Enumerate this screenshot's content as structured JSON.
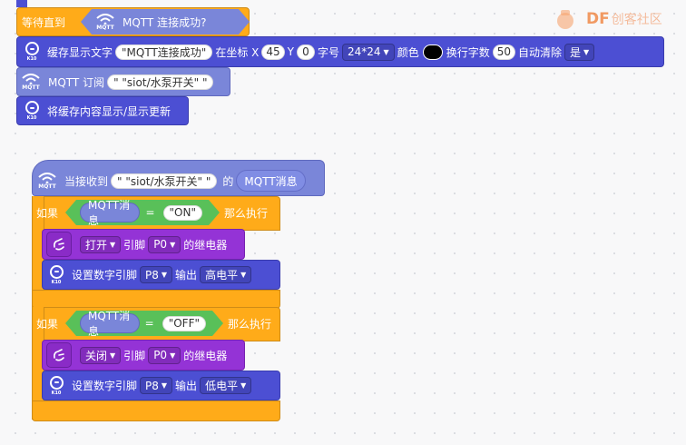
{
  "logo": {
    "brand": "DF",
    "site": "创客社区"
  },
  "top_blocks": {
    "wait_until": {
      "label": "等待直到",
      "condition": "MQTT 连接成功?",
      "wifi_caption": "MQTT"
    },
    "cache_text": {
      "label": "缓存显示文字",
      "text_value": "\"MQTT连接成功\"",
      "at_x_label": "在坐标 X",
      "x_value": "45",
      "y_label": "Y",
      "y_value": "0",
      "font_label": "字号",
      "font_value": "24*24",
      "color_label": "颜色",
      "color_value": "#000000",
      "wrap_label": "换行字数",
      "wrap_value": "50",
      "autoclear_label": "自动清除",
      "autoclear_value": "是",
      "icon_caption": "K10"
    },
    "mqtt_subscribe": {
      "label": "MQTT 订阅",
      "topic": "\" \"siot/水泵开关\" \"",
      "wifi_caption": "MQTT"
    },
    "show_cache": {
      "label": "将缓存内容显示/显示更新",
      "icon_caption": "K10"
    }
  },
  "hat_block": {
    "prefix": "当接收到",
    "topic": "\" \"siot/水泵开关\" \"",
    "of_label": "的",
    "reporter": "MQTT消息",
    "wifi_caption": "MQTT"
  },
  "if_on": {
    "if_label": "如果",
    "reporter": "MQTT消息",
    "op": "=",
    "value": "\"ON\"",
    "then_label": "那么执行",
    "relay": {
      "action": "打开",
      "pin_label": "引脚",
      "pin": "P0",
      "suffix": "的继电器"
    },
    "digital": {
      "label": "设置数字引脚",
      "pin": "P8",
      "out_label": "输出",
      "level": "高电平",
      "icon_caption": "K10"
    }
  },
  "if_off": {
    "if_label": "如果",
    "reporter": "MQTT消息",
    "op": "=",
    "value": "\"OFF\"",
    "then_label": "那么执行",
    "relay": {
      "action": "关闭",
      "pin_label": "引脚",
      "pin": "P0",
      "suffix": "的继电器"
    },
    "digital": {
      "label": "设置数字引脚",
      "pin": "P8",
      "out_label": "输出",
      "level": "低电平",
      "icon_caption": "K10"
    }
  },
  "icons": [
    "wifi-icon",
    "k10-board-icon",
    "relay-hand-icon",
    "dropdown-arrow-icon",
    "dfrobot-logo-icon"
  ],
  "colors": {
    "control": "#ffab19",
    "k10": "#4c4fd3",
    "mqtt": "#7a86d9",
    "relay": "#9433d6",
    "operator": "#59c059"
  }
}
